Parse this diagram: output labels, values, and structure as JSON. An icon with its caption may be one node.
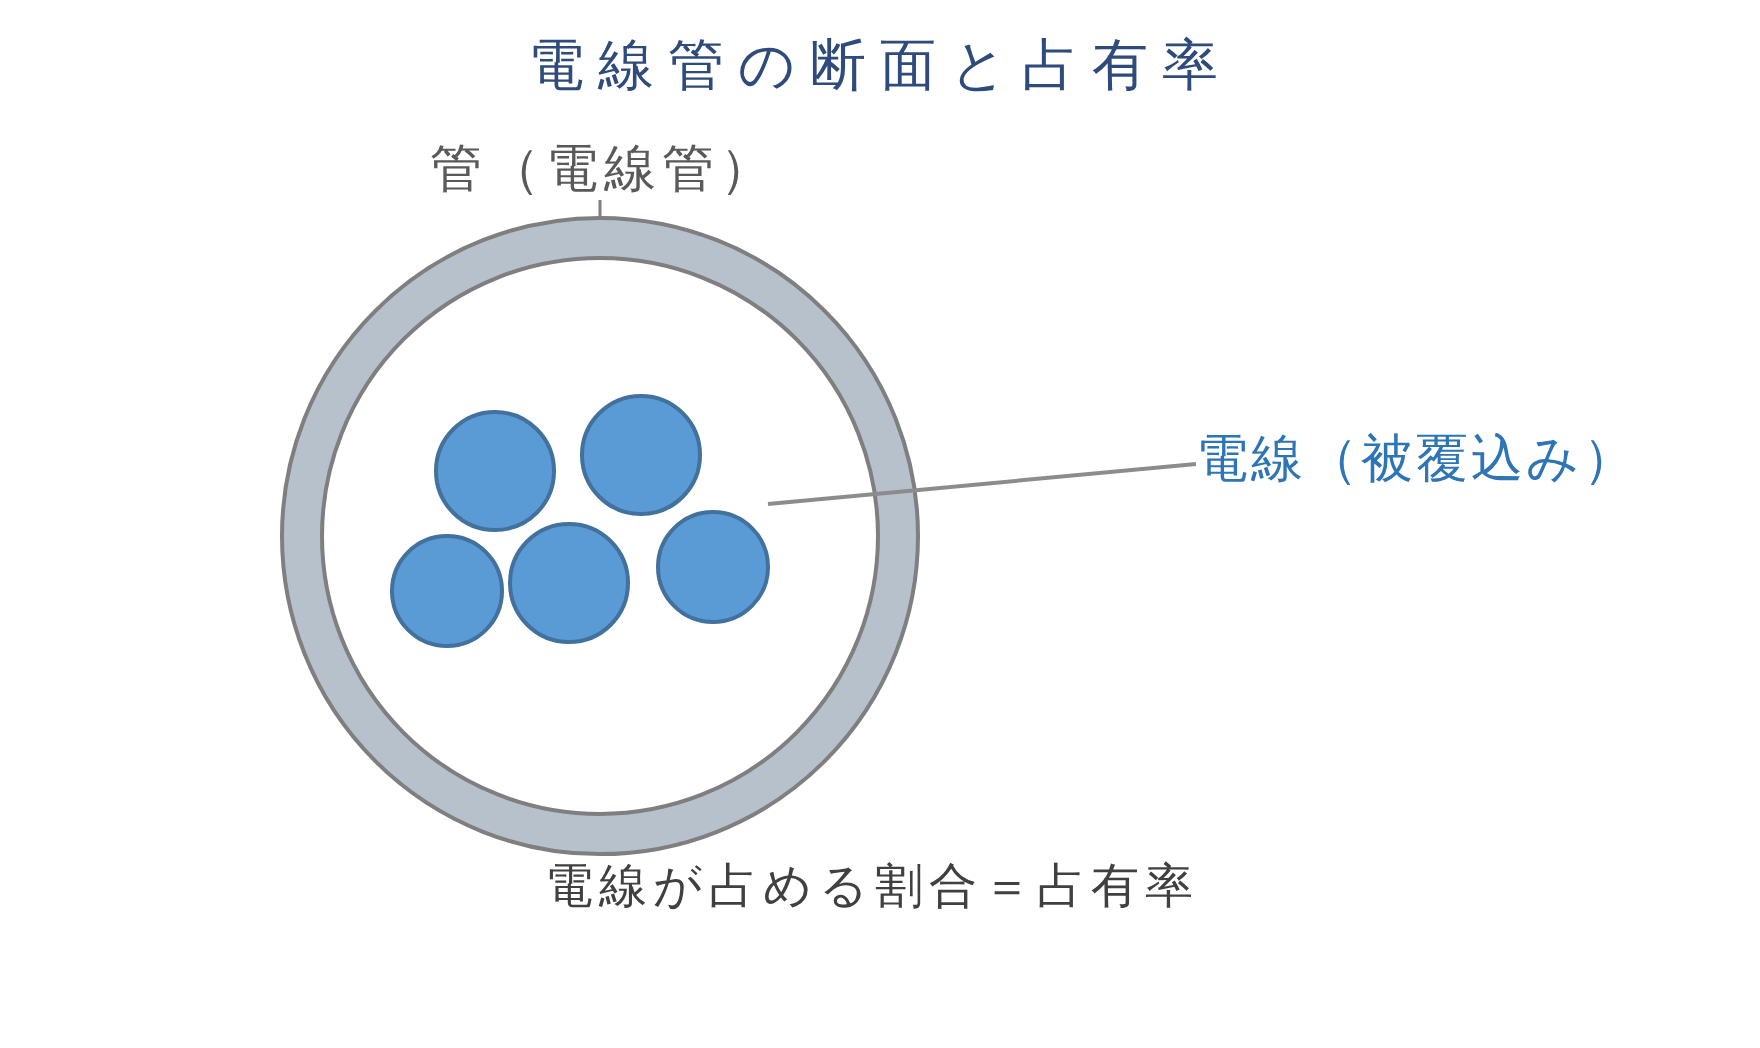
{
  "diagram": {
    "title": "電線管の断面と占有率",
    "nodes": [
      {
        "text": [
          "管（電線管）"
        ]
      },
      {
        "text": [],
        "shape": "ring"
      },
      {
        "text": [],
        "shape": "circle",
        "in": 1
      },
      {
        "text": [],
        "shape": "circle",
        "in": 1
      },
      {
        "text": [],
        "shape": "circle",
        "in": 1
      },
      {
        "text": [],
        "shape": "circle",
        "in": 1
      },
      {
        "text": [],
        "shape": "circle",
        "in": 1
      },
      {
        "text": [
          "電線（被覆込み）"
        ]
      }
    ],
    "edges": [
      {
        "from": 0,
        "to": 1,
        "arrow": "none"
      },
      {
        "from": 7,
        "to": null,
        "arrow": "none"
      }
    ],
    "caption": "電線が占める割合＝占有率"
  }
}
